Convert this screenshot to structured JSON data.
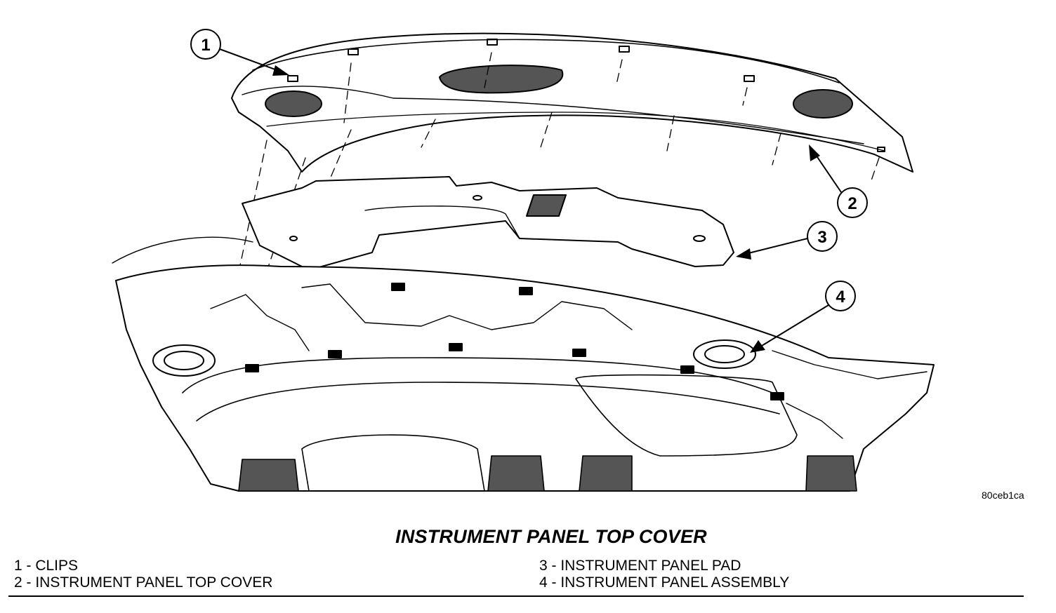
{
  "figure": {
    "title": "INSTRUMENT PANEL TOP COVER",
    "code": "80ceb1ca"
  },
  "callouts": [
    {
      "number": "1",
      "label": "1 - CLIPS"
    },
    {
      "number": "2",
      "label": "2 - INSTRUMENT PANEL TOP COVER"
    },
    {
      "number": "3",
      "label": "3 - INSTRUMENT PANEL PAD"
    },
    {
      "number": "4",
      "label": "4 - INSTRUMENT PANEL ASSEMBLY"
    }
  ]
}
